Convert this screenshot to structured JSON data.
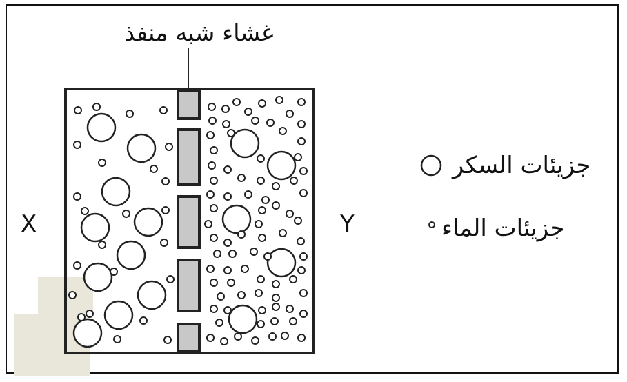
{
  "membrane_label": "غشاء شبه منفذ",
  "side_left_label": "X",
  "side_right_label": "Y",
  "legend": {
    "sugar_label": "جزيئات السكر",
    "water_label": "جزيئات الماء"
  },
  "colors": {
    "line": "#222222",
    "membrane_fill": "#c8c8c8",
    "watermark": "#e9e7da"
  }
}
